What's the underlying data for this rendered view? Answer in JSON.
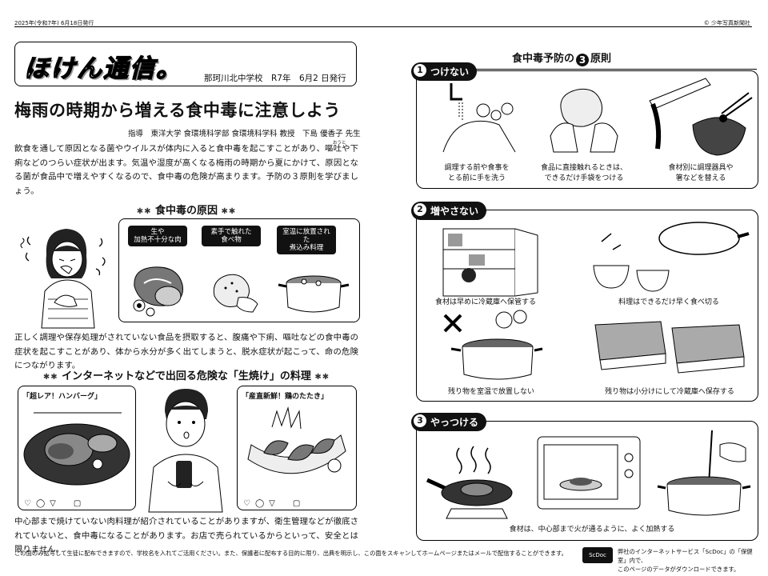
{
  "top": {
    "date": "2025年(令和7年) 6月18日発行",
    "publisher": "© 少年写真新聞社"
  },
  "masthead": {
    "title": "ほけん通信。",
    "school": "那珂川北中学校　R7年　6月2 日発行"
  },
  "headline": "梅雨の時期から増える食中毒に注意しよう",
  "authors": "指導　東洋大学 食環境科学部 食環境科学科 教授　下島 優香子 先生",
  "intro": "飲食を通して原因となる菌やウイルスが体内に入ると食中毒を起こすことがあり、嘔吐や下痢などのつらい症状が出ます。気温や湿度が高くなる梅雨の時期から夏にかけて、原因となる菌が食品中で増えやすくなるので、食中毒の危険が高まります。予防の３原則を学びましょう。",
  "ruby_outo": "おうと",
  "causes": {
    "heading": "食中毒の原因",
    "tags": [
      "生や\n加熱不十分な肉",
      "素手で触れた\n食べ物",
      "室温に放置された\n煮込み料理"
    ],
    "text": "正しく調理や保存処理がされていない食品を摂取すると、腹痛や下痢、嘔吐などの食中毒の症状を起こすことがあり、体から水分が多く出てしまうと、脱水症状が起こって、命の危険につながります。"
  },
  "internet": {
    "heading": "インターネットなどで出回る危険な「生焼け」の料理",
    "left_label": "「超レア！ハンバーグ」",
    "right_label": "「産直新鮮！鶏のたたき」",
    "text": "中心部まで焼けていない肉料理が紹介されていることがありますが、衛生管理などが徹底されていないと、食中毒になることがあります。お店で売られているからといって、安全とは限りません。"
  },
  "rules": {
    "title_pre": "食中毒予防の",
    "title_num": "3",
    "title_post": "原則",
    "sections": [
      {
        "num": "1",
        "label": "つけない",
        "captions": [
          "調理する前や食事を\nとる前に手を洗う",
          "食品に直接触れるときは、\nできるだけ手袋をつける",
          "食材別に調理器具や\n箸などを替える"
        ]
      },
      {
        "num": "2",
        "label": "増やさない",
        "captions": [
          "食材は早めに冷蔵庫へ保管する",
          "料理はできるだけ早く食べ切る",
          "残り物を室温で放置しない",
          "残り物は小分けにして冷蔵庫へ保存する"
        ]
      },
      {
        "num": "3",
        "label": "やっつける",
        "captions": [
          "食材は、中心部まで火が通るように、よく加熱する"
        ]
      }
    ]
  },
  "footer": {
    "left": "この面のみ拡写して生徒に配布できますので、学校名を入れてご活用ください。また、保護者に配布する目的に限り、出典を明示し、この面をスキャンしてホームページまたはメールで配信することができます。",
    "logo": "ScDoc",
    "right": "弊社のインターネットサービス「ScDoc」の「保健室」内で、\nこのページのデータがダウンロードできます。"
  },
  "colors": {
    "ink": "#111111",
    "paper": "#ffffff"
  }
}
